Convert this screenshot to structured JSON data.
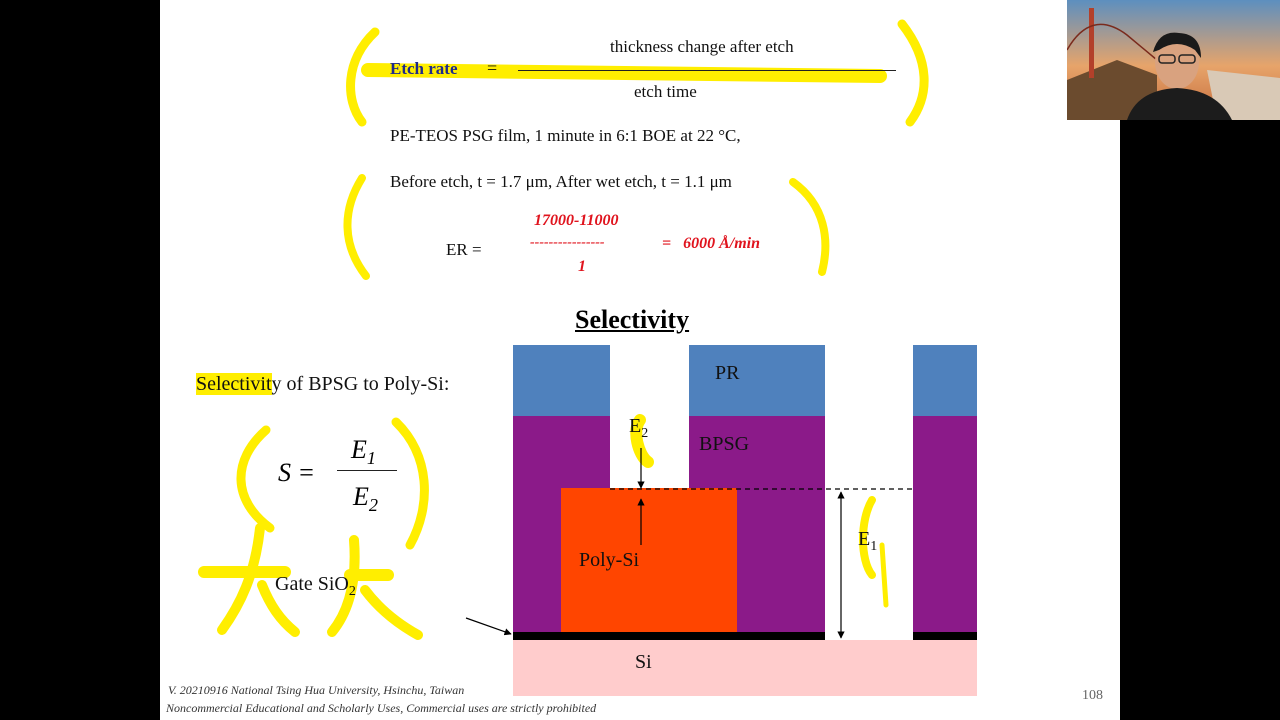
{
  "formula": {
    "label": "Etch rate",
    "equals": "=",
    "numerator": "thickness change after etch",
    "denominator": "etch time"
  },
  "example": {
    "line1": "PE-TEOS PSG film, 1 minute in 6:1 BOE at 22 °C,",
    "line2": "Before etch, t = 1.7 μm, After wet etch, t = 1.1 μm",
    "er_label": "ER =",
    "er_numerator": "17000-11000",
    "er_bar": "----------------",
    "er_denominator": "1",
    "er_result": "=   6000 Å/min"
  },
  "selectivity": {
    "title": "Selectivity",
    "subtitle_hl": "Selectivit",
    "subtitle_rest": "y of BPSG to Poly-Si:",
    "s_label": "S =",
    "e1": "E",
    "e1_sub": "1",
    "e2": "E",
    "e2_sub": "2",
    "gate_label": "Gate SiO",
    "gate_sub": "2"
  },
  "diagram": {
    "pr": "PR",
    "bpsg": "BPSG",
    "polysi": "Poly-Si",
    "si": "Si",
    "e2": "E",
    "e2_sub": "2",
    "e1": "E",
    "e1_sub": "1",
    "colors": {
      "pr": "#4f81bd",
      "bpsg": "#8b1a89",
      "polysi": "#ff4500",
      "si": "#ffcccc",
      "oxide": "#000000",
      "highlighter": "#ffee00"
    }
  },
  "footer": {
    "line1": "V. 20210916 National Tsing Hua University, Hsinchu, Taiwan",
    "line2": "Noncommercial Educational and Scholarly Uses, Commercial uses are strictly prohibited",
    "page_number": "108"
  }
}
